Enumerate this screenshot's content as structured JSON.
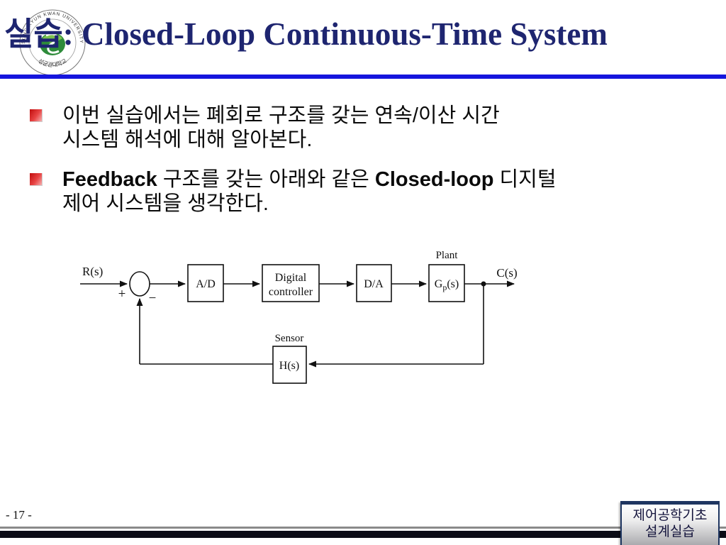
{
  "header": {
    "title": "실습: Closed-Loop Continuous-Time System"
  },
  "logo": {
    "top_text": "SUNG KYUN KWAN UNIVERSITY",
    "bottom_text": "성균관대학교"
  },
  "bullets": [
    {
      "line1": "이번 실습에서는 폐회로 구조를 갖는 연속/이산 시간",
      "line2": "시스템 해석에 대해 알아본다."
    },
    {
      "seg_bold1": "Feedback",
      "seg_mid": " 구조를 갖는 아래와 같은 ",
      "seg_bold2": "Closed-loop",
      "seg_end": " 디지털",
      "line2": "제어 시스템을 생각한다."
    }
  ],
  "diagram": {
    "input_label": "R(s)",
    "output_label": "C(s)",
    "plus_sign": "+",
    "minus_sign": "−",
    "blocks": {
      "ad": "A/D",
      "controller_line1": "Digital",
      "controller_line2": "controller",
      "da": "D/A",
      "plant_g": "G",
      "plant_sub": "p",
      "plant_rest": "(s)",
      "plant_caption": "Plant",
      "sensor_label": "H(s)",
      "sensor_caption": "Sensor"
    }
  },
  "footer": {
    "page_number": "- 17 -",
    "course_line1": "제어공학기초",
    "course_line2": "설계실습"
  },
  "colors": {
    "title_navy": "#1e2570",
    "divider_blue": "#1515dd",
    "bullet_red": "#c00d0d",
    "bar_black": "#0c0c16",
    "box_border_navy": "#1e3560"
  }
}
